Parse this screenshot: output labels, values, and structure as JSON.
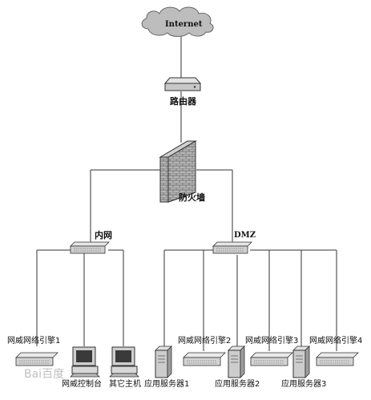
{
  "labels": {
    "internet": "Internet",
    "router": "路由器",
    "firewall": "防火墙",
    "intranet": "内网",
    "dmz": "DMZ",
    "engine1": "网威网络引擎1",
    "engine2": "网威网络引擎2",
    "engine3": "网威网络引擎3",
    "engine4": "网威网络引擎4",
    "console": "网威控制台",
    "other_host": "其它主机",
    "app_server1": "应用服务器1",
    "app_server2": "应用服务器2",
    "app_server3": "应用服务器3"
  },
  "watermark": "Bai百度",
  "colors": {
    "line": "#333333",
    "device": "#d9d9d9",
    "device_dark": "#888888",
    "cloud": "#bdbdbd",
    "brick": "#a9a9a9"
  }
}
